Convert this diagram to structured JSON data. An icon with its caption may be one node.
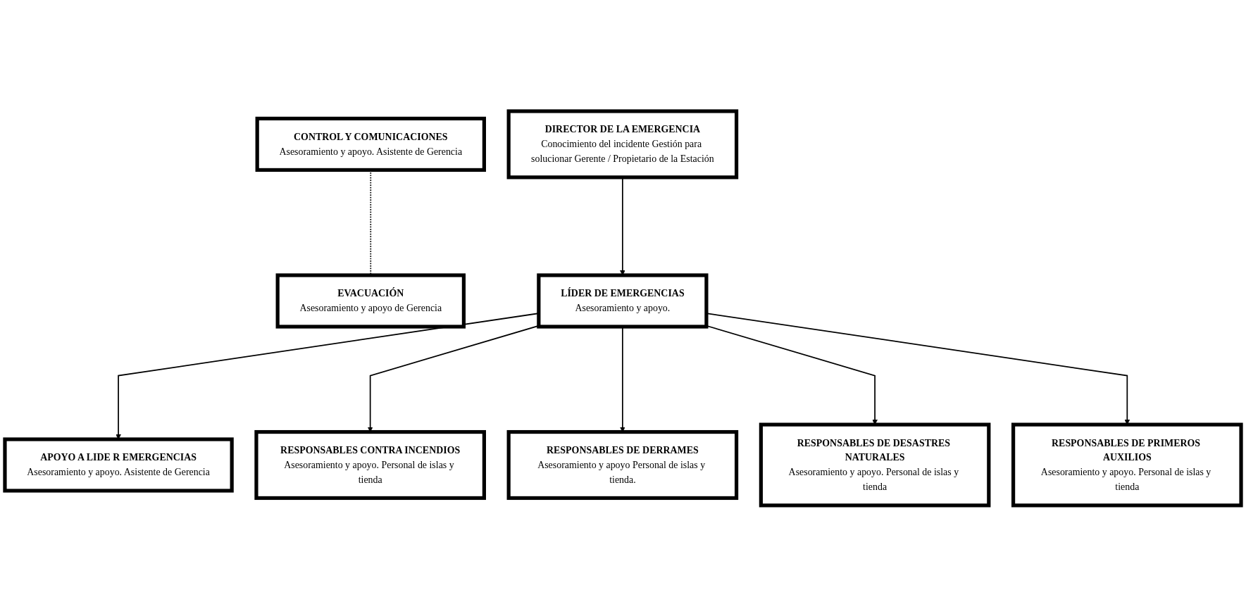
{
  "diagram": {
    "nodes": [
      {
        "text": [
          "DIRECTOR DE LA EMERGENCIA",
          "Conocimiento del incidente Gestión para solucionar Gerente / Propietario de la Estación"
        ]
      },
      {
        "text": [
          "CONTROL Y COMUNICACIONES",
          "Asesoramiento y apoyo. Asistente de Gerencia"
        ]
      },
      {
        "text": [
          "EVACUACIÓN",
          "Asesoramiento y apoyo de Gerencia"
        ]
      },
      {
        "text": [
          "APOYO A LIDE R EMERGENCIAS",
          "Asesoramiento y apoyo. Asistente de Gerencia"
        ]
      },
      {
        "text": [
          "LÍDER DE EMERGENCIAS",
          "Asesoramiento y apoyo."
        ]
      },
      {
        "text": [
          "RESPONSABLES CONTRA INCENDIOS",
          "Asesoramiento y apoyo. Personal de islas y tienda"
        ]
      },
      {
        "text": [
          "RESPONSABLES DE DERRAMES",
          "Asesoramiento y apoyo Personal de islas y tienda."
        ]
      },
      {
        "text": [
          "RESPONSABLES DE DESASTRES NATURALES",
          "Asesoramiento y apoyo. Personal de islas y tienda"
        ]
      },
      {
        "text": [
          "RESPONSABLES DE PRIMEROS AUXILIOS",
          "Asesoramiento y apoyo. Personal de islas y tienda"
        ]
      }
    ],
    "edges": [
      {
        "from": 0,
        "to": 4,
        "arrow": "to"
      },
      {
        "from": 1,
        "to": 2,
        "arrow": "none",
        "style": "dashed"
      },
      {
        "from": 4,
        "to": 3,
        "arrow": "to"
      },
      {
        "from": 4,
        "to": 5,
        "arrow": "to"
      },
      {
        "from": 4,
        "to": 6,
        "arrow": "to"
      },
      {
        "from": 4,
        "to": 7,
        "arrow": "to"
      },
      {
        "from": 4,
        "to": 8,
        "arrow": "to"
      }
    ]
  }
}
